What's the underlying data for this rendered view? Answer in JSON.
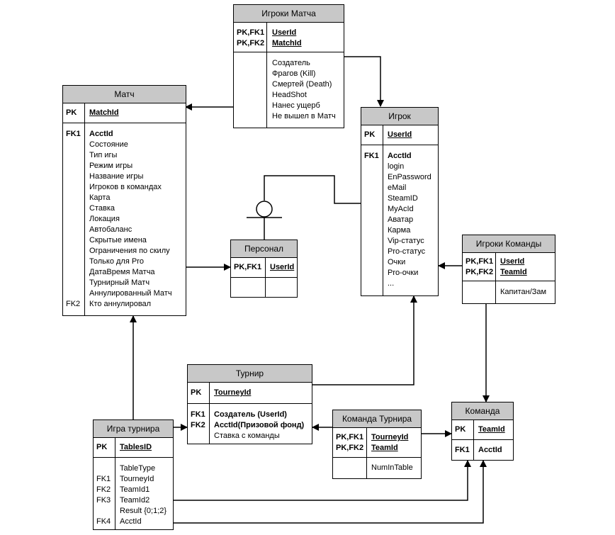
{
  "entities": {
    "igroki_matcha": {
      "title": "Игроки Матча",
      "pk_keys": [
        "PK,FK1",
        "PK,FK2"
      ],
      "pk_fields": [
        "UserId",
        "MatchId"
      ],
      "attrs": [
        "Создатель",
        "Фрагов (Kill)",
        "Смертей (Death)",
        "HeadShot",
        "Нанес ущерб",
        "Не вышел в Матч"
      ]
    },
    "match": {
      "title": "Матч",
      "pk_key": "PK",
      "pk_field": "MatchId",
      "fk_key": "FK1",
      "fk_field": "AcctId",
      "attrs": [
        "Состояние",
        "Тип игы",
        "Режим игры",
        "Название игры",
        "Игроков в командах",
        "Карта",
        "Ставка",
        "Локация",
        "Автобаланс",
        "Скрытые имена",
        "Ограничения по скилу",
        "Только для Pro",
        "ДатаВремя Матча",
        "Турнирный Матч",
        "Аннулированный Матч"
      ],
      "fk2_key": "FK2",
      "fk2_field": "Кто аннулировал"
    },
    "igrok": {
      "title": "Игрок",
      "pk_key": "PK",
      "pk_field": "UserId",
      "fk_key": "FK1",
      "fk_field": "AcctId",
      "attrs": [
        "login",
        "EnPassword",
        "eMail",
        "SteamID",
        "MyAcId",
        "Аватар",
        "Карма",
        "Vip-статус",
        "Pro-статус",
        "Очки",
        "Pro-очки",
        "..."
      ]
    },
    "personal": {
      "title": "Персонал",
      "pk_key": "PK,FK1",
      "pk_field": "UserId"
    },
    "igroki_komandy": {
      "title": "Игроки Команды",
      "pk_keys": [
        "PK,FK1",
        "PK,FK2"
      ],
      "pk_fields": [
        "UserId",
        "TeamId"
      ],
      "attrs": [
        "Капитан/Зам"
      ]
    },
    "turnir": {
      "title": "Турнир",
      "pk_key": "PK",
      "pk_field": "TourneyId",
      "fk_keys": [
        "FK1",
        "FK2"
      ],
      "fk_fields": [
        "Создатель (UserId)",
        "AcctId(Призовой фонд)"
      ],
      "attrs": [
        "Ставка с команды"
      ]
    },
    "igra_turnira": {
      "title": "Игра турнира",
      "pk_key": "PK",
      "pk_field": "TablesID",
      "rows": [
        {
          "key": "",
          "field": "TableType"
        },
        {
          "key": "FK1",
          "field": "TourneyId"
        },
        {
          "key": "FK2",
          "field": "TeamId1"
        },
        {
          "key": "FK3",
          "field": "TeamId2"
        },
        {
          "key": "",
          "field": "Result {0;1;2}"
        },
        {
          "key": "FK4",
          "field": "AcctId"
        }
      ]
    },
    "komanda_turnira": {
      "title": "Команда Турнира",
      "pk_keys": [
        "PK,FK1",
        "PK,FK2"
      ],
      "pk_fields": [
        "TourneyId",
        "TeamId"
      ],
      "attrs": [
        "NumInTable"
      ]
    },
    "komanda": {
      "title": "Команда",
      "pk_key": "PK",
      "pk_field": "TeamId",
      "fk_key": "FK1",
      "fk_field": "AcctId"
    }
  },
  "colors": {
    "header": "#c8c8c8",
    "line": "#000000"
  }
}
